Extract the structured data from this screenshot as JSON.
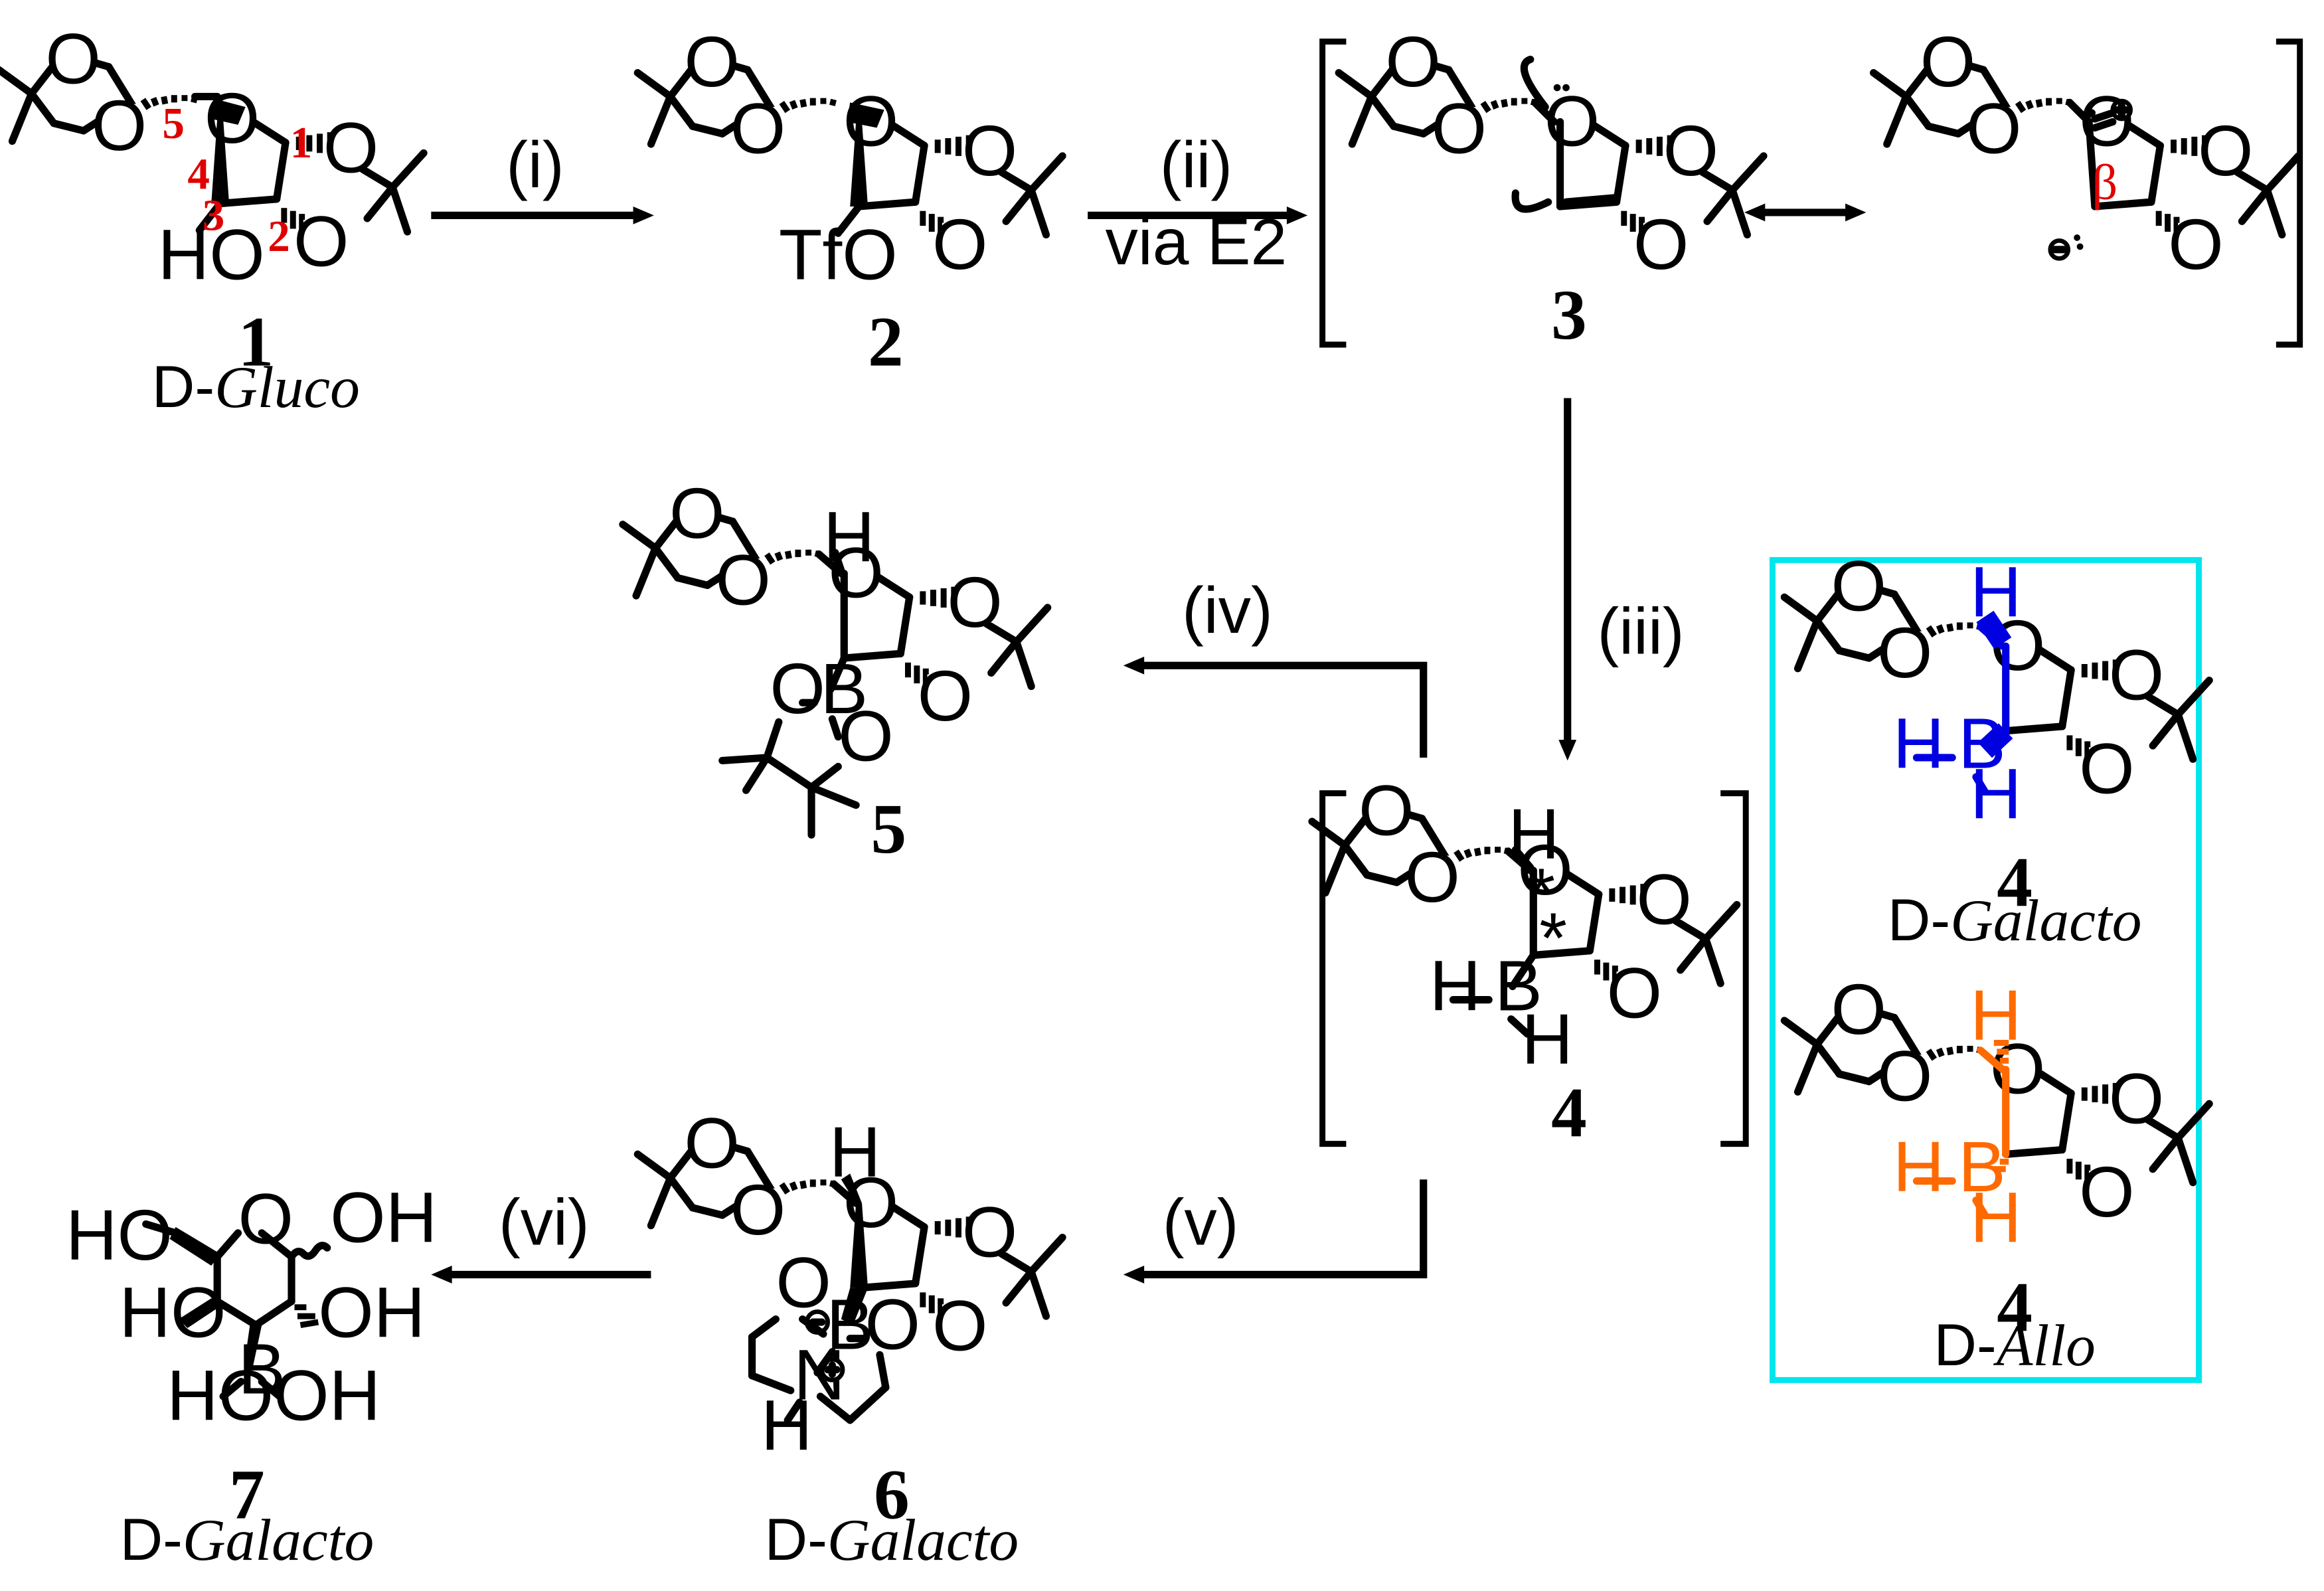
{
  "compounds": {
    "c1": {
      "label": "1",
      "config_prefix": "D-",
      "config_name": "Gluco"
    },
    "c2": {
      "label": "2"
    },
    "c3": {
      "label": "3"
    },
    "c4": {
      "label": "4"
    },
    "c4_galacto": {
      "label": "4",
      "config_prefix": "D-",
      "config_name": "Galacto"
    },
    "c4_allo": {
      "label": "4",
      "config_prefix": "D-",
      "config_name": "Allo"
    },
    "c5": {
      "label": "5"
    },
    "c6": {
      "label": "6",
      "config_prefix": "D-",
      "config_name": "Galacto"
    },
    "c7": {
      "label": "7",
      "config_prefix": "D-",
      "config_name": "Galacto"
    }
  },
  "steps": {
    "i": "(i)",
    "ii": "(ii)",
    "ii_note": "via E2",
    "iii": "(iii)",
    "iv": "(iv)",
    "v": "(v)",
    "vi": "(vi)"
  },
  "carbon_numbers": [
    "1",
    "2",
    "3",
    "4",
    "5"
  ],
  "beta_label": "β",
  "atoms": {
    "O": "O",
    "HO": "HO",
    "OH": "OH",
    "TfO": "TfO",
    "H": "H",
    "B": "B",
    "N": "N",
    "star": "*"
  },
  "colors": {
    "highlight_box": "#00e5ee",
    "galacto_boron": "#0000e0",
    "allo_boron": "#ff6a00",
    "numbering": "#e00000"
  }
}
